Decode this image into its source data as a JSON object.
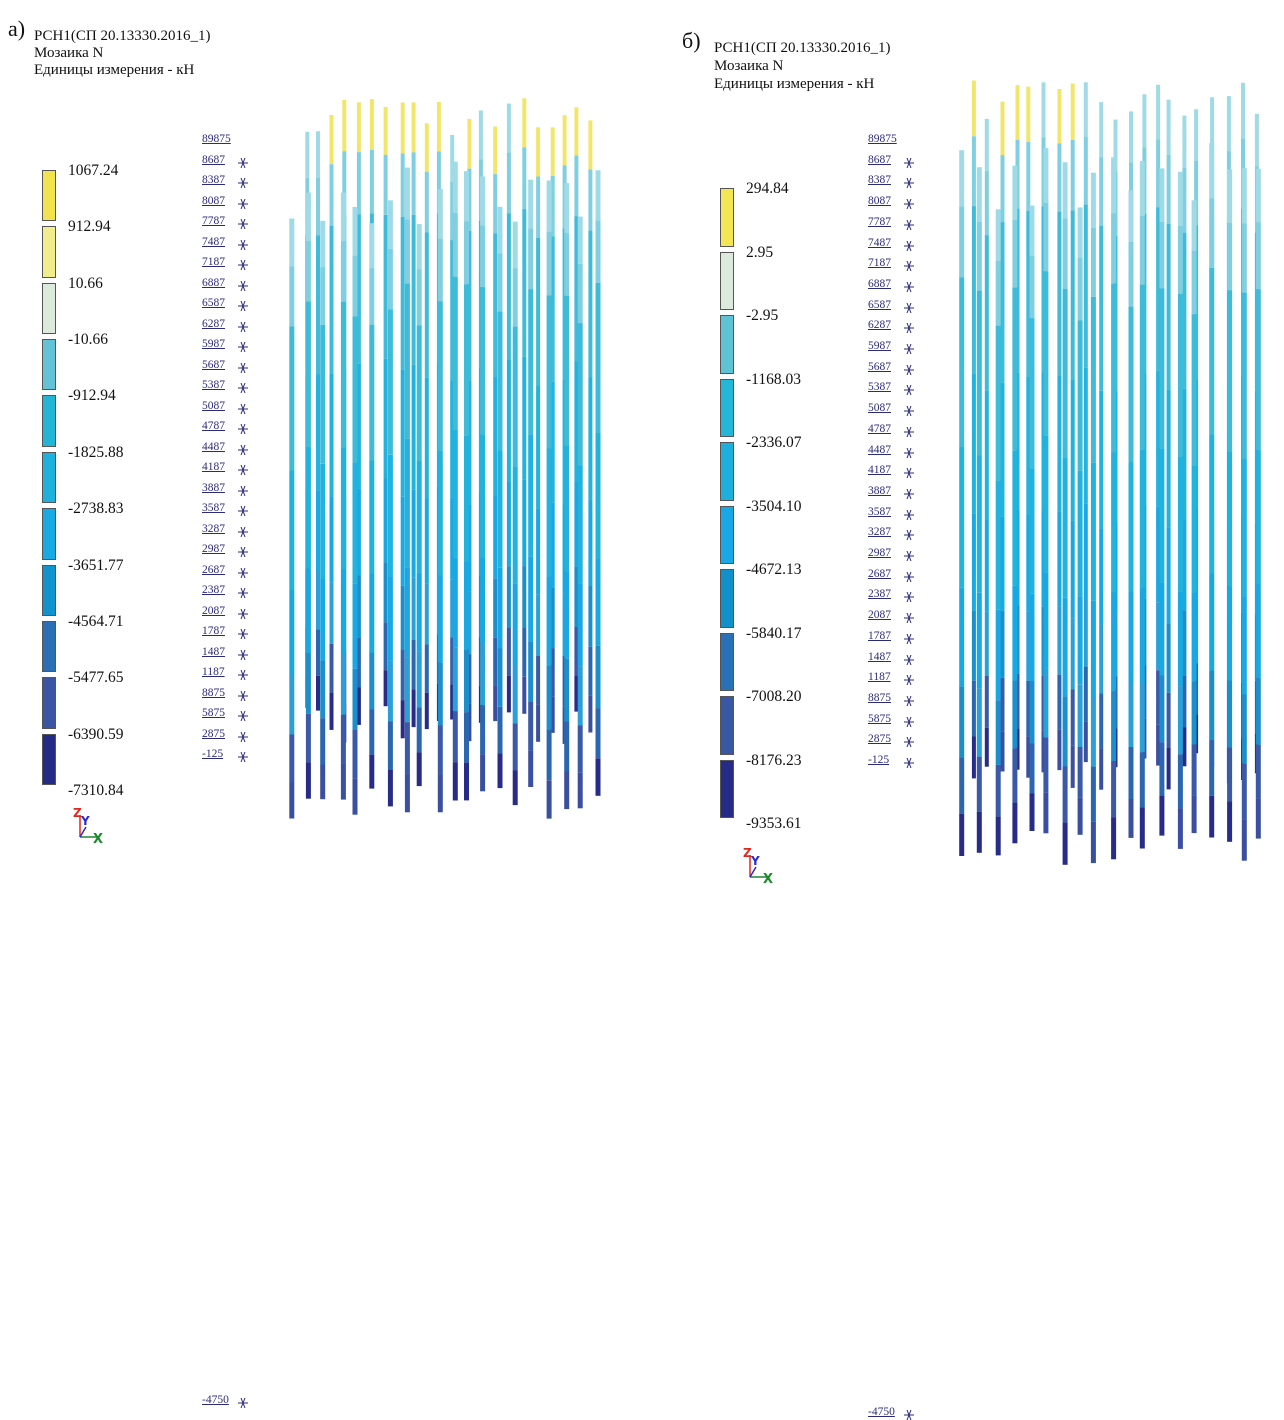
{
  "panels": [
    {
      "letter": "а)",
      "case_title": "РСН1(СП 20.13330.2016_1)",
      "mode": "Мозаика N",
      "units": "Единицы измерения - кН",
      "scale_values": [
        "1067.24",
        "912.94",
        "10.66",
        "-10.66",
        "-912.94",
        "-1825.88",
        "-2738.83",
        "-3651.77",
        "-4564.71",
        "-5477.65",
        "-6390.59",
        "-7310.84"
      ],
      "scale_colors": [
        "#f2e34e",
        "#f1ec8c",
        "#dbeadb",
        "#64c2d6",
        "#23b5d6",
        "#1eb1de",
        "#18aae4",
        "#1193cd",
        "#2a6fb6",
        "#3b55a5",
        "#242a86"
      ],
      "elevations": [
        "89875",
        "8687",
        "8387",
        "8087",
        "7787",
        "7487",
        "7187",
        "6887",
        "6587",
        "6287",
        "5987",
        "5687",
        "5387",
        "5087",
        "4787",
        "4487",
        "4187",
        "3887",
        "3587",
        "3287",
        "2987",
        "2687",
        "2387",
        "2087",
        "1787",
        "1487",
        "1187",
        "8875",
        "5875",
        "2875",
        "-125",
        "-4750"
      ]
    },
    {
      "letter": "б)",
      "case_title": "РСН1(СП 20.13330.2016_1)",
      "mode": "Мозаика N",
      "units": "Единицы измерения - кН",
      "scale_values": [
        "294.84",
        "2.95",
        "-2.95",
        "-1168.03",
        "-2336.07",
        "-3504.10",
        "-4672.13",
        "-5840.17",
        "-7008.20",
        "-8176.23",
        "-9353.61"
      ],
      "scale_colors": [
        "#f3e553",
        "#dbeadb",
        "#5fc3d6",
        "#22b6d8",
        "#1db0df",
        "#17a8e5",
        "#1190cc",
        "#2a70b6",
        "#3a57a6",
        "#252b86"
      ],
      "elevations": [
        "89875",
        "8687",
        "8387",
        "8087",
        "7787",
        "7487",
        "7187",
        "6887",
        "6587",
        "6287",
        "5987",
        "5687",
        "5387",
        "5087",
        "4787",
        "4487",
        "4187",
        "3887",
        "3587",
        "3287",
        "2987",
        "2687",
        "2387",
        "2087",
        "1787",
        "1487",
        "1187",
        "8875",
        "5875",
        "2875",
        "-125",
        "-4750"
      ]
    }
  ],
  "axes": {
    "z": "Z",
    "y": "Y",
    "x": "X"
  },
  "colors": {
    "axis_z": "#e0281e",
    "axis_y": "#2a2ad0",
    "axis_x": "#1a8a2a",
    "elev_text": "#2b2b7a"
  }
}
